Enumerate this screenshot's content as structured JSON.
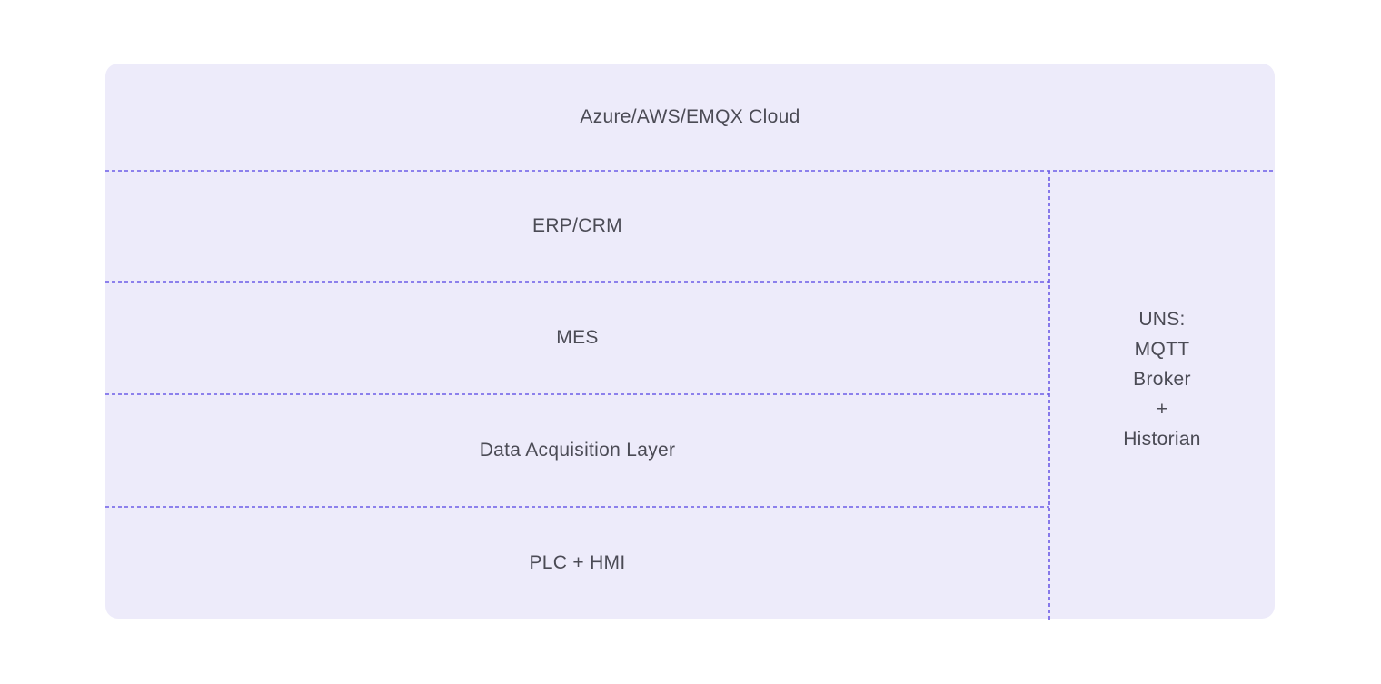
{
  "diagram": {
    "layers": [
      {
        "label": "Azure/AWS/EMQX Cloud"
      },
      {
        "label": "ERP/CRM"
      },
      {
        "label": "MES"
      },
      {
        "label": "Data Acquisition Layer"
      },
      {
        "label": "PLC + HMI"
      }
    ],
    "uns_panel": {
      "lines": [
        "UNS:",
        "MQTT",
        "Broker",
        "+",
        "Historian"
      ]
    },
    "colors": {
      "panel_background": "#edebfa",
      "divider": "#6c5ce7",
      "text": "#4b4b55",
      "page_background": "#ffffff"
    }
  }
}
